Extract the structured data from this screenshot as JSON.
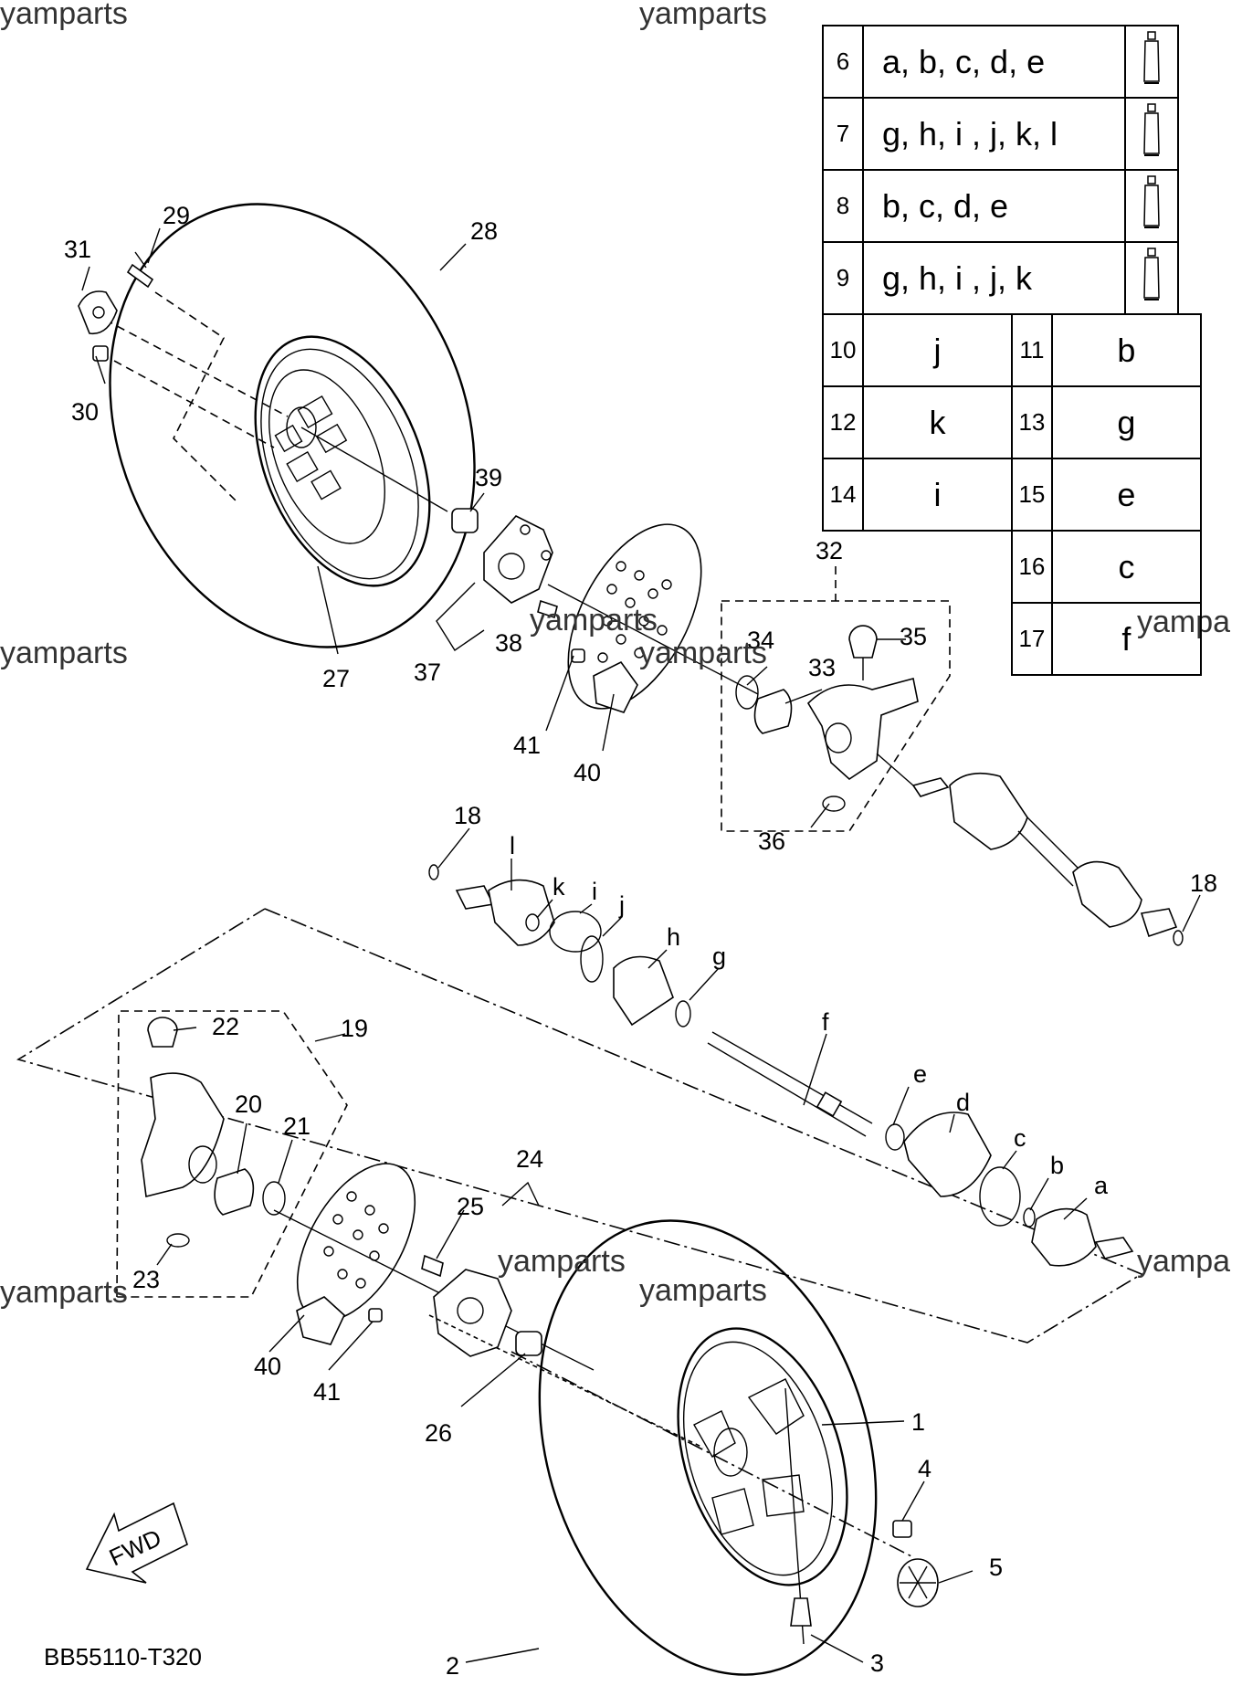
{
  "watermarks": [
    "yamparts",
    "yamparts",
    "yamparts",
    "yamparts",
    "yamparts",
    "yamparts",
    "yamparts",
    "yampa",
    "yampa"
  ],
  "diagram_code": "BB55110-T320",
  "fwd_label": "FWD",
  "legend": {
    "grease_rows": [
      {
        "num": "6",
        "letters": "a, b, c, d, e",
        "icon": "grease-tube-icon"
      },
      {
        "num": "7",
        "letters": "g, h, i , j, k, l",
        "icon": "grease-tube-icon"
      },
      {
        "num": "8",
        "letters": "b, c, d, e",
        "icon": "grease-tube-icon"
      },
      {
        "num": "9",
        "letters": "g, h, i , j, k",
        "icon": "grease-tube-icon"
      }
    ],
    "pairs": [
      {
        "n1": "10",
        "v1": "j",
        "n2": "11",
        "v2": "b"
      },
      {
        "n1": "12",
        "v1": "k",
        "n2": "13",
        "v2": "g"
      },
      {
        "n1": "14",
        "v1": "i",
        "n2": "15",
        "v2": "e"
      }
    ],
    "singles": [
      {
        "n": "16",
        "v": "c"
      },
      {
        "n": "17",
        "v": "f"
      }
    ]
  },
  "callouts": {
    "c1": "1",
    "c2": "2",
    "c3": "3",
    "c4": "4",
    "c5": "5",
    "c18a": "18",
    "c18b": "18",
    "c19": "19",
    "c20": "20",
    "c21": "21",
    "c22": "22",
    "c23": "23",
    "c24": "24",
    "c25": "25",
    "c26": "26",
    "c27": "27",
    "c28": "28",
    "c29": "29",
    "c30": "30",
    "c31": "31",
    "c32": "32",
    "c33": "33",
    "c34": "34",
    "c35": "35",
    "c36": "36",
    "c37": "37",
    "c38": "38",
    "c39": "39",
    "c40a": "40",
    "c40b": "40",
    "c41a": "41",
    "c41b": "41",
    "la": "a",
    "lb": "b",
    "lc": "c",
    "ld": "d",
    "le": "e",
    "lf": "f",
    "lg": "g",
    "lh": "h",
    "li": "i",
    "lj": "j",
    "lk": "k",
    "ll": "l"
  }
}
